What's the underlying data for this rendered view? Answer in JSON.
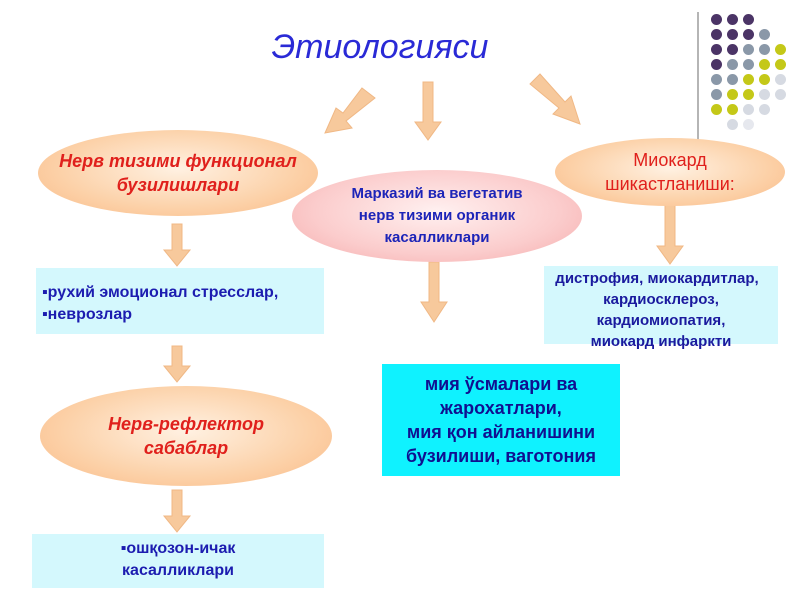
{
  "title": "Этиологияси",
  "colors": {
    "title": "#2a2ad6",
    "orange_text": "#e0201c",
    "blue_text": "#1c1cb0",
    "arrow": "#f7c99c",
    "dot_purple": "#4b3466",
    "dot_gray": "#8a98a8",
    "dot_lime": "#c4c818"
  },
  "nodes": {
    "left_top": [
      "Нерв тизими функционал",
      "бузилишлари"
    ],
    "center": [
      "Марказий ва вегетатив",
      "нерв тизими органик",
      "касалликлари"
    ],
    "right": [
      "Миокард",
      "шикастланиши:"
    ],
    "left_box1": [
      "▪рухий эмоционал стресслар,",
      "▪неврозлар"
    ],
    "left_mid": [
      "Нерв-рефлектор",
      "сабаблар"
    ],
    "left_box2": [
      "▪ошқозон-ичак",
      "касалликлари"
    ],
    "center_box": [
      "мия ўсмалари ва",
      "жарохатлари,",
      "мия қон   айланишини",
      "бузилиши, ваготония"
    ],
    "right_box": [
      "дистрофия, миокардитлар,",
      "кардиосклероз,",
      "кардиомиопатия,",
      "миокард инфаркти"
    ]
  }
}
